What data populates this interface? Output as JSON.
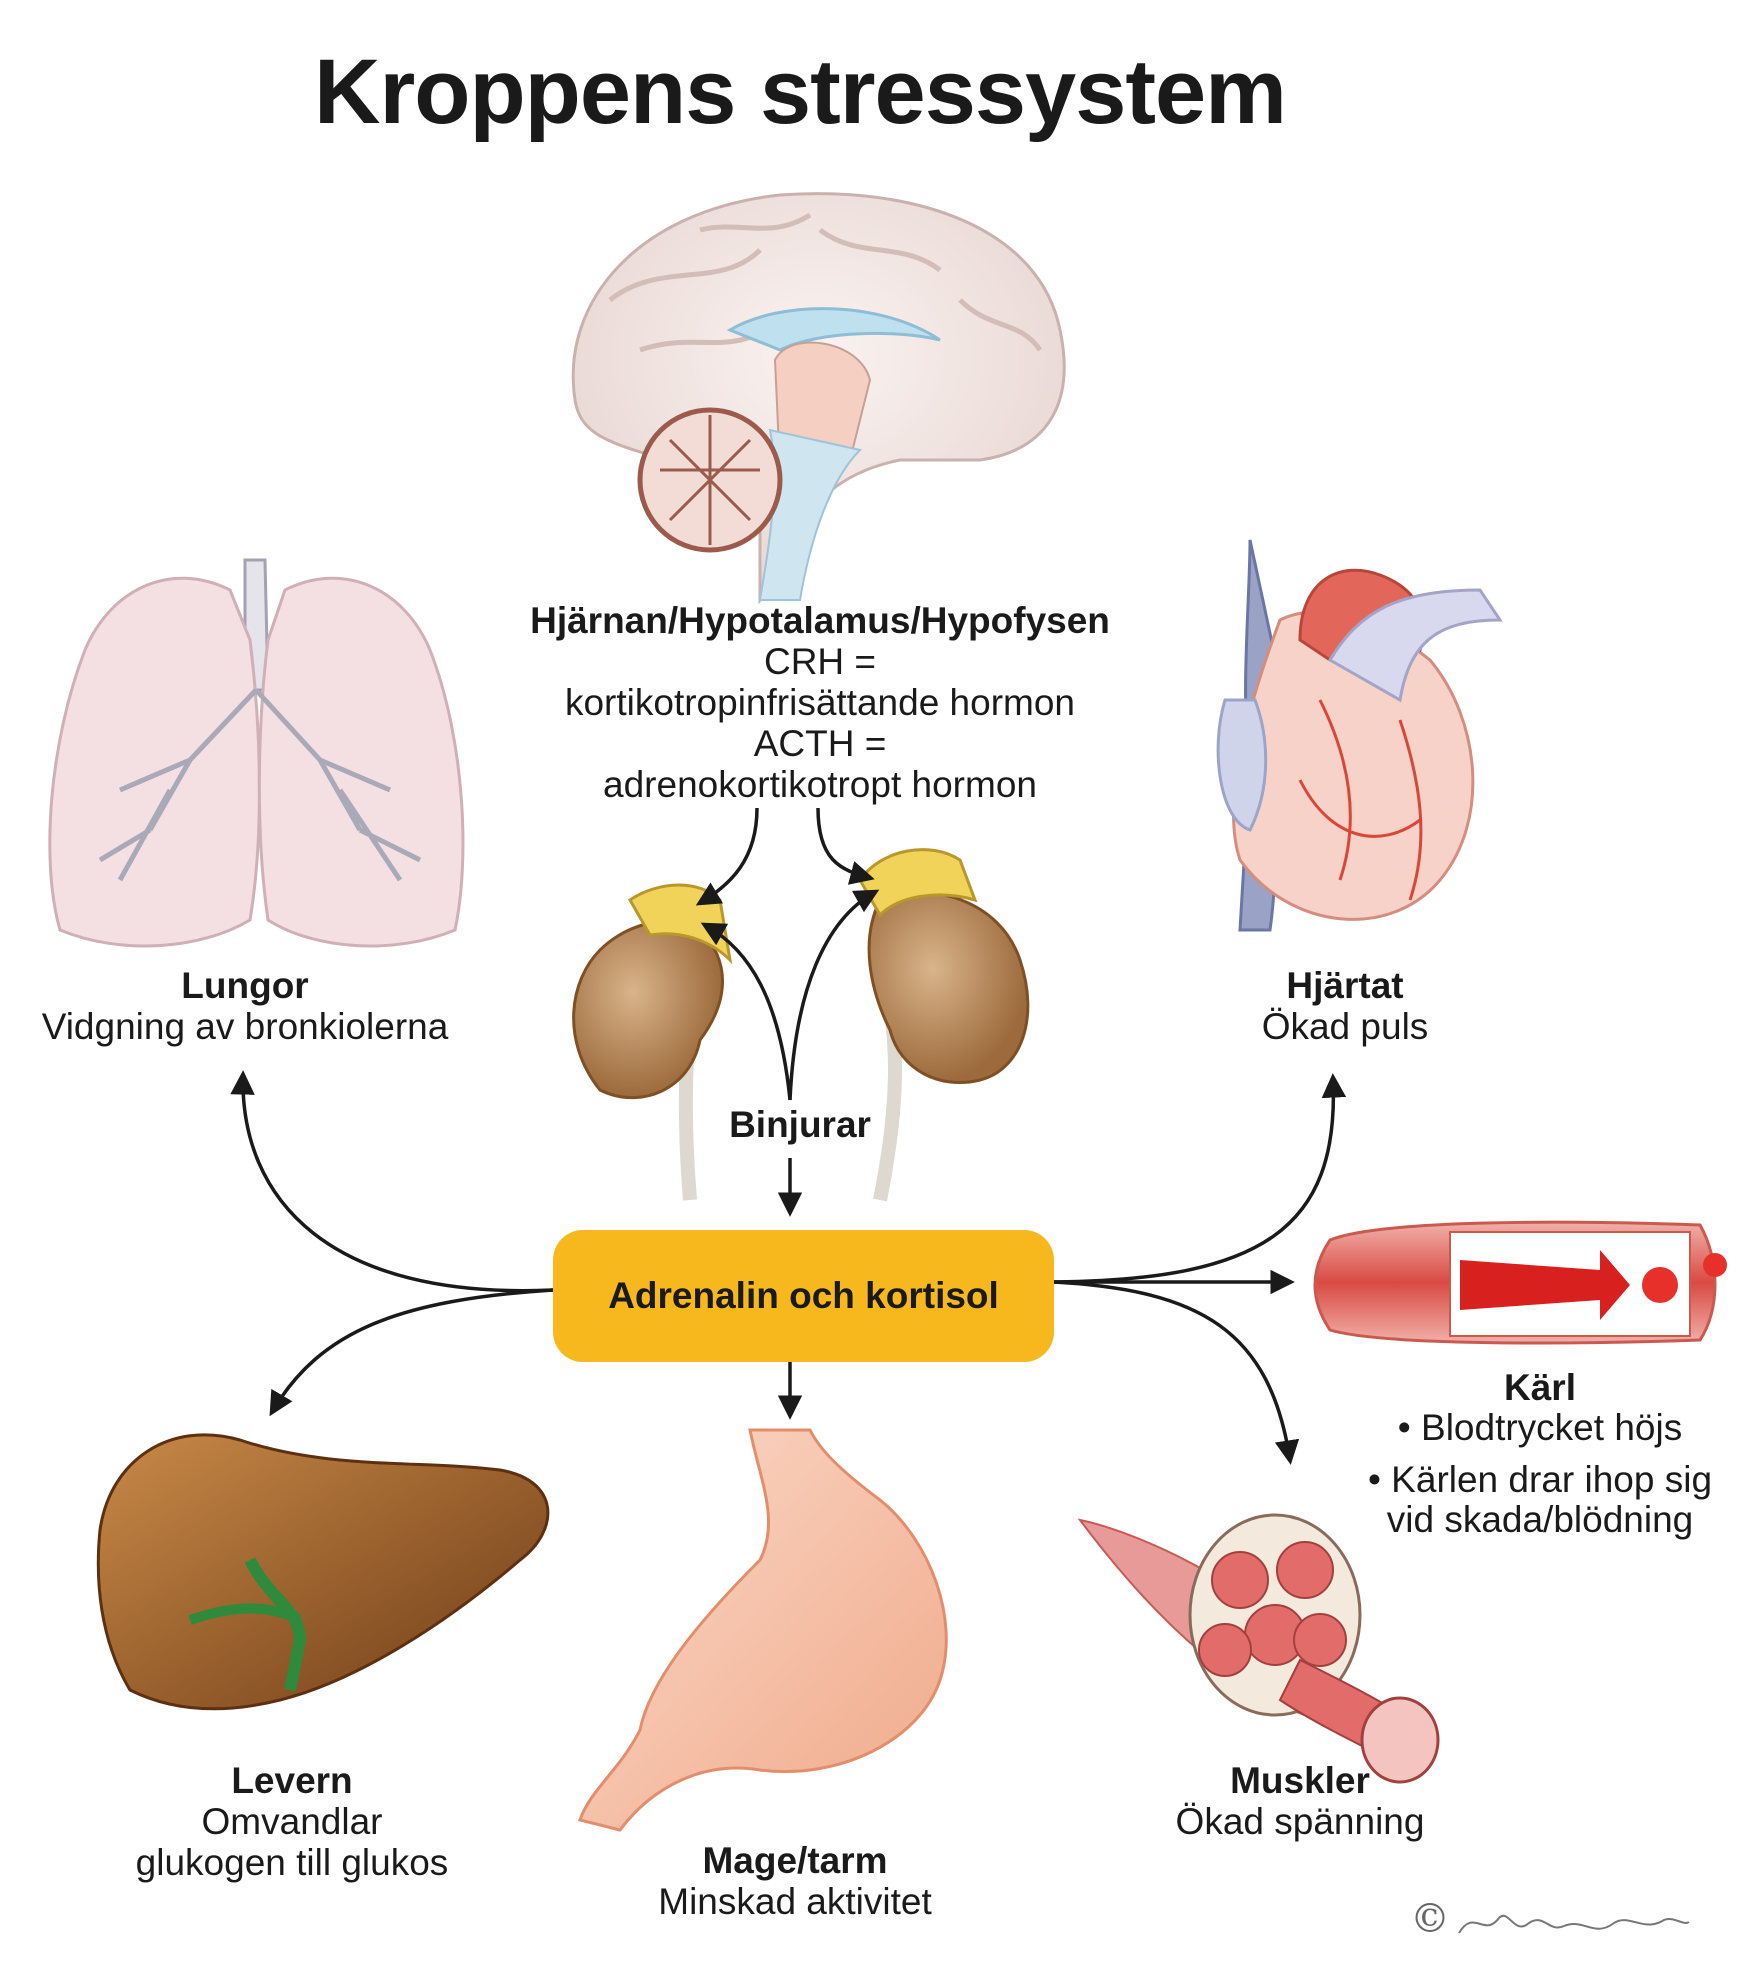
{
  "title": "Kroppens stressystem",
  "hub": {
    "label": "Adrenalin och kortisol",
    "color": "#f6b81c"
  },
  "brain": {
    "title": "Hjärnan/Hypotalamus/Hypofysen",
    "line1": "CRH =",
    "line2": "kortikotropinfrisättande hormon",
    "line3": "ACTH =",
    "line4": "adrenokortikotropt hormon"
  },
  "adrenals": {
    "title": "Binjurar"
  },
  "lungs": {
    "title": "Lungor",
    "desc": "Vidgning av bronkiolerna"
  },
  "heart": {
    "title": "Hjärtat",
    "desc": "Ökad puls"
  },
  "vessels": {
    "title": "Kärl",
    "bullet1": "• Blodtrycket höjs",
    "bullet2a": "• Kärlen drar ihop sig",
    "bullet2b": "vid skada/blödning"
  },
  "liver": {
    "title": "Levern",
    "desc1": "Omvandlar",
    "desc2": "glukogen till glukos"
  },
  "stomach": {
    "title": "Mage/tarm",
    "desc": "Minskad aktivitet"
  },
  "muscles": {
    "title": "Muskler",
    "desc": "Ökad spänning"
  },
  "copyright": {
    "symbol": "©"
  }
}
